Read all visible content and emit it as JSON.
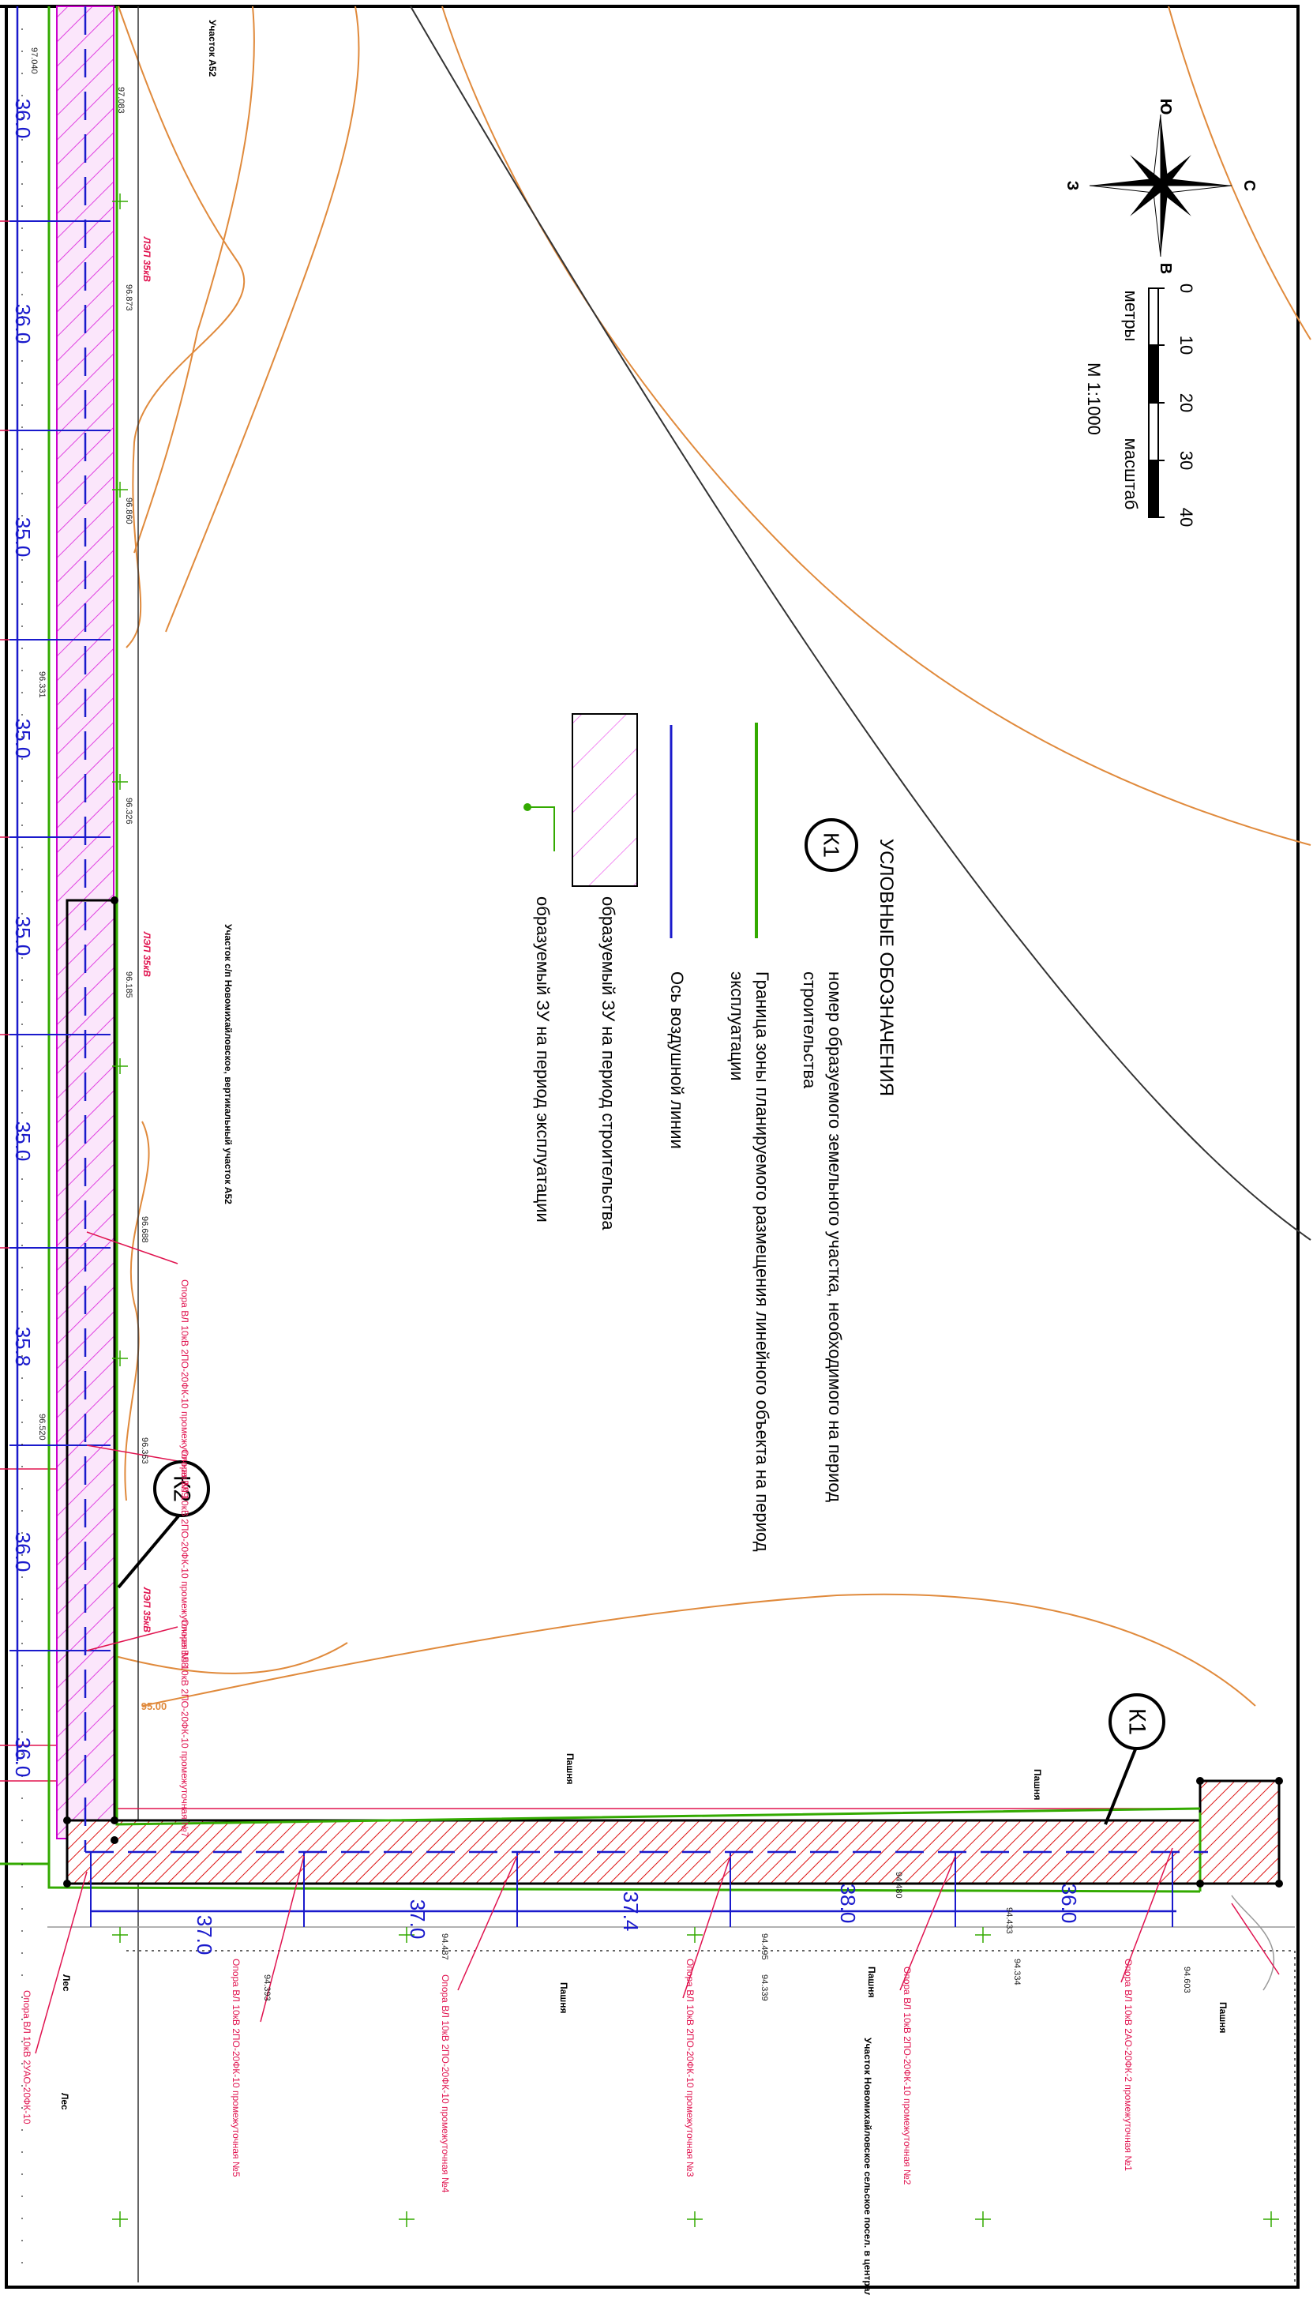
{
  "legend": {
    "title": "УСЛОВНЫЕ ОБОЗНАЧЕНИЯ",
    "k1_symbol": "К1",
    "k1_desc_line1": "номер образуемого земельного участка, необходимого на период",
    "k1_desc_line2": "строительства",
    "green_desc_line1": "Граница зоны планируемого размещения линейного объекта на период",
    "green_desc_line2": "эксплуатации",
    "blue_desc": "Ось воздушной линии",
    "hatch_desc": "образуемый ЗУ на период строительства",
    "point_desc": "образуемый ЗУ на период эксплуатации"
  },
  "scale": {
    "ticks": [
      "0",
      "10",
      "20",
      "30",
      "40"
    ],
    "units": "метры",
    "label": "масштаб",
    "ratio": "М 1:1000"
  },
  "compass": {
    "letters": [
      "Ю",
      "З",
      "С",
      "В"
    ]
  },
  "markers": {
    "k1": "К1",
    "k2": "К2"
  },
  "contour_label": "95.00",
  "span_lengths": {
    "vertical": [
      "36.0",
      "36.0",
      "35.0",
      "35.0",
      "35.0",
      "35.0",
      "35.8",
      "36.0",
      "36.0"
    ],
    "horizontal": [
      "37.0",
      "37.0",
      "37.4",
      "38.0",
      "36.0"
    ]
  },
  "elevations": {
    "vertical": [
      "97.040",
      "97.083",
      "96.873",
      "96.860",
      "96.331",
      "96.326",
      "96.185",
      "96.688",
      "96.520",
      "96.363"
    ],
    "horizontal": [
      "94.487",
      "94.495",
      "94.339",
      "94.433",
      "94.334",
      "94.603",
      "94.480",
      "94.393"
    ]
  },
  "land_labels": {
    "top": "Участок А52",
    "mid": "Участок с/п Новомихайловское, вертикальный участок А52",
    "bottom_right": "Участок Новомихайловское сельское посел. в центральной части кадастр."
  },
  "field_labels": [
    "Пашня",
    "Пашня",
    "Пашня",
    "Пашня",
    "Пашня",
    "Лес",
    "Лес"
  ],
  "vl_labels": [
    "ЛЭП 35кВ",
    "ЛЭП 35кВ",
    "ЛЭП 35кВ"
  ],
  "pole_callouts_right": [
    "Опора ВЛ 10кВ 2ПО-20ФК-10 промежуточная №9",
    "Опора ВЛ 10кВ 2ПО-20ФК-10 промежуточная №8",
    "Опора ВЛ 10кВ 2ПО-20ФК-10 промежуточная №7"
  ],
  "pole_callouts_bottom": [
    "Опора ВЛ 10кВ 2ПО-20ФК-10 промежуточная №5",
    "Опора ВЛ 10кВ 2ПО-20ФК-10 промежуточная №4",
    "Опора ВЛ 10кВ 2ПО-20ФК-10 промежуточная №3",
    "Опора ВЛ 10кВ 2ПО-20ФК-10 промежуточная №2",
    "Опора ВЛ 10кВ 2АО-20ФК-2 промежуточная №1",
    "Опора ВЛ 10кВ 2УАО-20ФК-10"
  ],
  "colors": {
    "construction_plot": "#cc00cc",
    "hatch_red": "#dd1111",
    "operation_zone": "#33aa00",
    "line_axis": "#1a1acc",
    "contour": "#e08a3c",
    "callout": "#e0134f",
    "frame": "#000000"
  }
}
